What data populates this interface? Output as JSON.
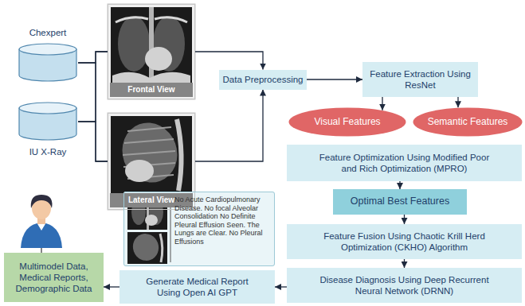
{
  "diagram": {
    "nodes": [
      {
        "text": [
          "Chexpert"
        ]
      },
      {
        "text": [
          "IU X-Ray"
        ]
      },
      {
        "text": [
          "Frontal View"
        ]
      },
      {
        "text": [
          "Lateral View"
        ]
      },
      {
        "text": [
          "Data Preprocessing"
        ]
      },
      {
        "text": [
          "Feature Extraction Using ResNet"
        ]
      },
      {
        "text": [
          "Visual Features"
        ]
      },
      {
        "text": [
          "Semantic Features"
        ]
      },
      {
        "text": [
          "Feature Optimization Using Modified Poor and Rich Optimization (MPRO)"
        ]
      },
      {
        "text": [
          "Optimal Best Features"
        ]
      },
      {
        "text": [
          "Feature Fusion Using Chaotic Krill Herd Optimization (CKHO) Algorithm"
        ]
      },
      {
        "text": [
          "Disease Diagnosis Using Deep Recurrent Neural Network (DRNN)"
        ]
      },
      {
        "text": [
          "Generate Medical Report Using Open AI GPT"
        ]
      },
      {
        "text": [
          "No Acute Cardiopulmonary Disease. No focal Alveolar Consolidation No Definite Pleural Effusion Seen. The Lungs are Clear. No Pleural Effusions"
        ]
      },
      {
        "text": [
          "Multimodel Data, Medical Reports, Demographic Data"
        ]
      }
    ],
    "edges": [
      {
        "from": 0,
        "to": 2,
        "arrow": "none"
      },
      {
        "from": 0,
        "to": 3,
        "arrow": "none"
      },
      {
        "from": 1,
        "to": 2,
        "arrow": "none"
      },
      {
        "from": 1,
        "to": 3,
        "arrow": "none"
      },
      {
        "from": 2,
        "to": 4,
        "arrow": "to"
      },
      {
        "from": 3,
        "to": 4,
        "arrow": "to"
      },
      {
        "from": 4,
        "to": 5,
        "arrow": "to"
      },
      {
        "from": 5,
        "to": 6,
        "arrow": "to"
      },
      {
        "from": 5,
        "to": 7,
        "arrow": "to"
      },
      {
        "from": 8,
        "to": 9,
        "arrow": "to"
      },
      {
        "from": 9,
        "to": 10,
        "arrow": "to"
      },
      {
        "from": 10,
        "to": 11,
        "arrow": "to"
      },
      {
        "from": 11,
        "to": 12,
        "arrow": "to"
      },
      {
        "from": 12,
        "to": 14,
        "arrow": "to"
      }
    ]
  }
}
